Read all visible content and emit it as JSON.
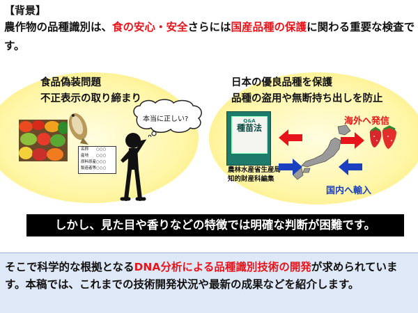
{
  "heading": "【背景】",
  "intro": {
    "part1": "農作物の品種識別は、",
    "red1": "食の安心・安全",
    "part2": "さらには",
    "red2": "国産品種の保護",
    "part3": "に関わる重要な検査です。"
  },
  "left_scene": {
    "title_line1": "食品偽装問題",
    "title_line2": "不正表示の取り締まり",
    "thought_bubble": "本当に正しい?",
    "label_card_rows": [
      {
        "label": "名称",
        "value": "○○○"
      },
      {
        "label": "産地",
        "value": "○○○"
      },
      {
        "label": "原料原産",
        "value": "○○○"
      },
      {
        "label": "製造者等",
        "value": "○○○"
      }
    ]
  },
  "right_scene": {
    "title_line1": "日本の優良品種を保護",
    "title_line2": "品種の盗用や無断持ち出しを防止",
    "book_qa": "Q&A",
    "book_title": "種苗法",
    "publisher_line1": "農林水産省生産局",
    "publisher_line2": "知的財産科編集",
    "overseas_label": "海外へ発信",
    "import_label": "国内へ輸入"
  },
  "banner": "しかし、見た目や香りなどの特徴では明確な判断が困難です。",
  "info": {
    "part1": "そこで科学的な根拠となる",
    "red": "DNA分析による品種識別技術の開発",
    "part2": "が求められています。本稿では、これまでの技術開発状況や最新の成果などを紹介します。"
  },
  "colors": {
    "accent_red": "#e8141b",
    "accent_blue": "#1a3fbf",
    "info_background": "#dfe8f6"
  }
}
